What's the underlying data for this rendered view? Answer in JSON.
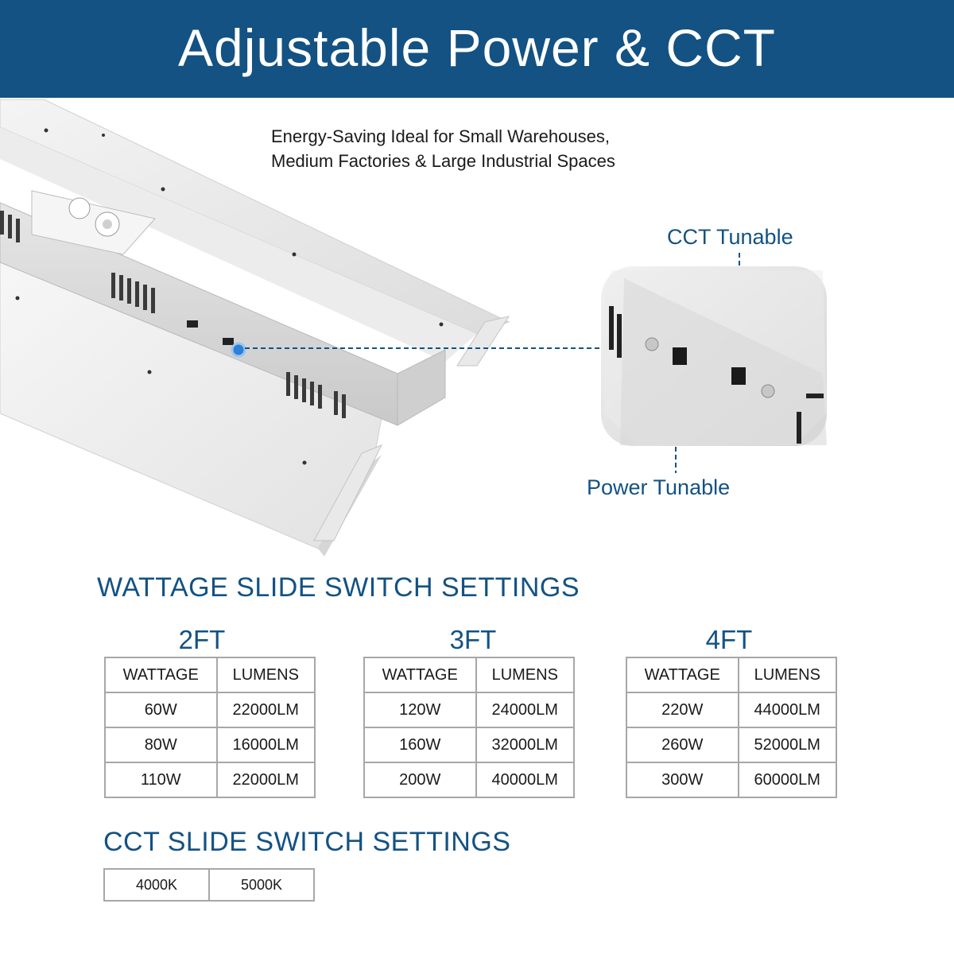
{
  "banner": {
    "title": "Adjustable Power & CCT",
    "background": "#135283"
  },
  "subtitle": {
    "line1": "Energy-Saving Ideal for Small Warehouses,",
    "line2": "Medium Factories & Large Industrial Spaces"
  },
  "callouts": {
    "cct": "CCT Tunable",
    "power": "Power Tunable"
  },
  "wattage_section": {
    "title": "WATTAGE SLIDE SWITCH SETTINGS",
    "tables": [
      {
        "size": "2FT",
        "headers": [
          "WATTAGE",
          "LUMENS"
        ],
        "rows": [
          [
            "60W",
            "22000LM"
          ],
          [
            "80W",
            "16000LM"
          ],
          [
            "110W",
            "22000LM"
          ]
        ]
      },
      {
        "size": "3FT",
        "headers": [
          "WATTAGE",
          "LUMENS"
        ],
        "rows": [
          [
            "120W",
            "24000LM"
          ],
          [
            "160W",
            "32000LM"
          ],
          [
            "200W",
            "40000LM"
          ]
        ]
      },
      {
        "size": "4FT",
        "headers": [
          "WATTAGE",
          "LUMENS"
        ],
        "rows": [
          [
            "220W",
            "44000LM"
          ],
          [
            "260W",
            "52000LM"
          ],
          [
            "300W",
            "60000LM"
          ]
        ]
      }
    ]
  },
  "cct_section": {
    "title": "CCT SLIDE SWITCH SETTINGS",
    "options": [
      "4000K",
      "5000K"
    ]
  },
  "colors": {
    "accent": "#135283",
    "marker": "#2e7fd6",
    "border": "#a7a7a7"
  }
}
